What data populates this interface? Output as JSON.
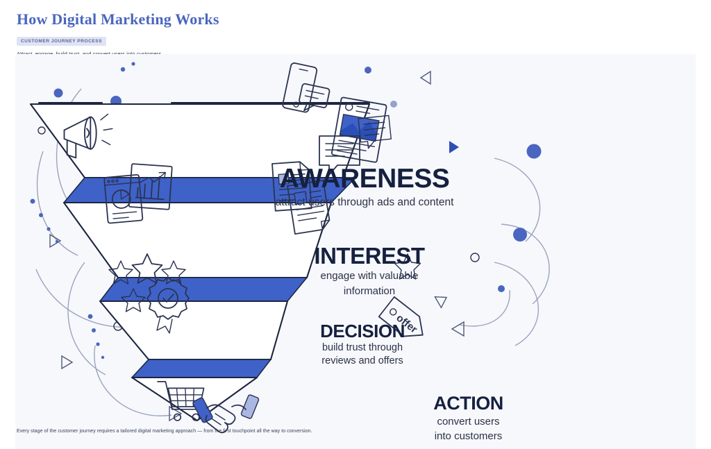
{
  "header": {
    "title": "How Digital Marketing Works",
    "badge": "CUSTOMER JOURNEY PROCESS",
    "subtitle": "Attract, engage, build trust, and convert users into customers."
  },
  "footer": {
    "note": "Every stage of the customer journey requires a tailored digital marketing approach — from the first touchpoint all the way to conversion."
  },
  "colors": {
    "brand_blue": "#4a66c0",
    "band_blue": "#3f62c8",
    "ink": "#16203f",
    "canvas_bg": "#f6f8fc",
    "badge_bg": "#dfe3f5",
    "line": "#1d2540",
    "arc": "#9aa4bd"
  },
  "chart_data": {
    "type": "diagram",
    "diagram_type": "funnel",
    "title": "How Digital Marketing Works",
    "orientation": "inverted-vertical",
    "stage_count": 4,
    "stages": [
      {
        "order": 1,
        "label": "AWARENESS",
        "description": "attract users through ads and content",
        "icons": [
          "megaphone-icon",
          "smartphone-chat-icon",
          "social-post-icon",
          "speech-bubble-icon"
        ]
      },
      {
        "order": 2,
        "label": "INTEREST",
        "description": "engage with valuable information",
        "description_lines": [
          "engage with valuable",
          "information"
        ],
        "icons": [
          "pie-chart-document-icon",
          "bar-chart-growth-icon",
          "article-document-icon"
        ]
      },
      {
        "order": 3,
        "label": "DECISION",
        "description": "build trust through reviews and offers",
        "description_lines": [
          "build trust through",
          "reviews and offers"
        ],
        "icons": [
          "star-icon",
          "award-badge-icon",
          "offer-tag-icon"
        ]
      },
      {
        "order": 4,
        "label": "ACTION",
        "description": "convert users into customers",
        "description_lines": [
          "convert users",
          "into customers"
        ],
        "icons": [
          "shopping-cart-icon",
          "handshake-icon"
        ]
      }
    ],
    "offer_tag_text": "offer"
  }
}
